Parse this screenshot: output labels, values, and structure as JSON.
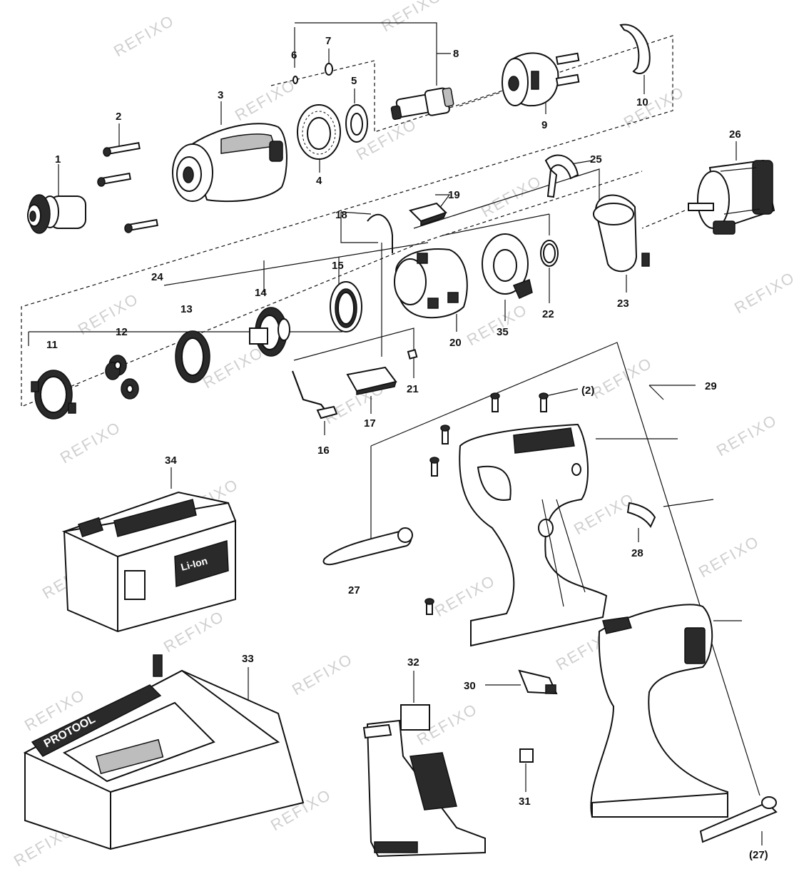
{
  "watermark": "REFIXO",
  "labels": {
    "p1": "1",
    "p2": "2",
    "p3": "3",
    "p4": "4",
    "p5": "5",
    "p6": "6",
    "p7": "7",
    "p8": "8",
    "p9": "9",
    "p10": "10",
    "p11": "11",
    "p12": "12",
    "p13": "13",
    "p14": "14",
    "p15": "15",
    "p16": "16",
    "p17": "17",
    "p18": "18",
    "p19": "19",
    "p20": "20",
    "p21": "21",
    "p22": "22",
    "p23": "23",
    "p24": "24",
    "p25": "25",
    "p26": "26",
    "p27": "27",
    "p27b": "(27)",
    "p28": "28",
    "p29": "29",
    "p2b": "(2)",
    "p30": "30",
    "p31": "31",
    "p32": "32",
    "p33": "33",
    "p34": "34",
    "p35": "35"
  },
  "battery_badge": "Li-Ion",
  "charger_brand": "PROTOOL",
  "colors": {
    "line": "#111111",
    "watermark": "#cfcfcf",
    "dark": "#2a2a2a"
  }
}
